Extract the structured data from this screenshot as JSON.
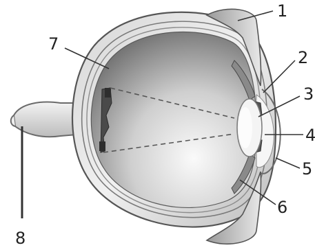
{
  "diagram": {
    "labels": [
      {
        "id": "1",
        "text": "1"
      },
      {
        "id": "2",
        "text": "2"
      },
      {
        "id": "3",
        "text": "3"
      },
      {
        "id": "4",
        "text": "4"
      },
      {
        "id": "5",
        "text": "5"
      },
      {
        "id": "6",
        "text": "6"
      },
      {
        "id": "7",
        "text": "7"
      },
      {
        "id": "8",
        "text": "8"
      }
    ],
    "colors": {
      "outline": "#5a5a5a",
      "sclera": "#e6e6e6",
      "interior_dark": "#6a6a6a",
      "interior_light": "#f2f2f2",
      "lens": "#f4f4f4",
      "leader": "#333333",
      "nerve_line": "#333333"
    }
  }
}
